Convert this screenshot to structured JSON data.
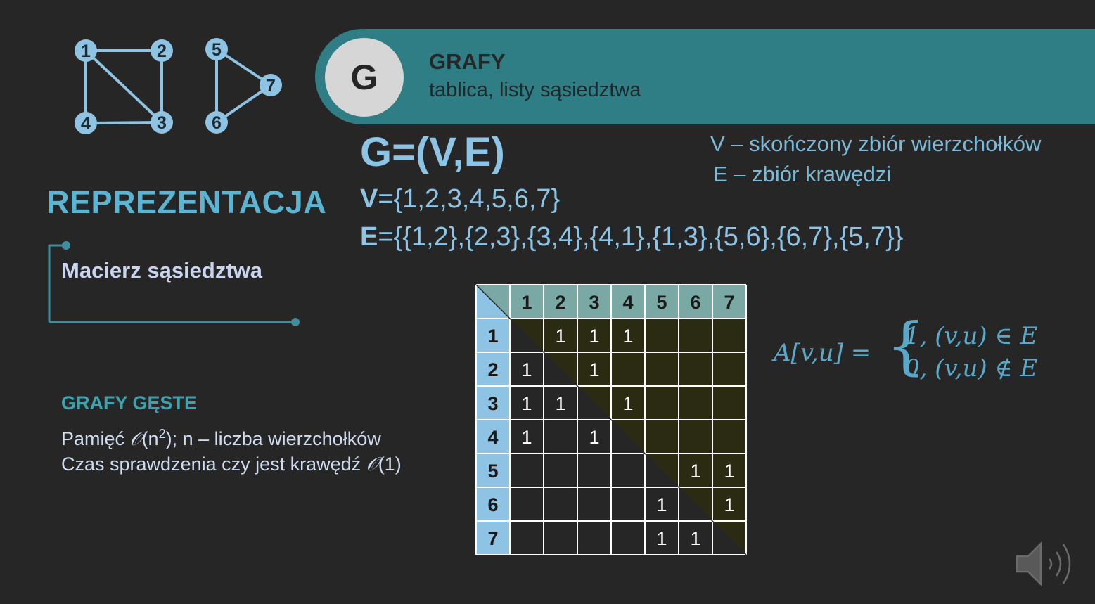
{
  "header": {
    "badge": "G",
    "title": "GRAFY",
    "subtitle": "tablica, listy sąsiedztwa"
  },
  "graph_nodes": [
    "1",
    "2",
    "3",
    "4",
    "5",
    "6",
    "7"
  ],
  "left": {
    "heading": "REPREZENTACJA",
    "section": "Macierz sąsiedztwa",
    "dense_title": "GRAFY GĘSTE",
    "line1_a": "Pamięć ",
    "line1_o": "𝒪",
    "line1_b": "(n",
    "line1_sup": "2",
    "line1_c": "); n – liczba wierzchołków",
    "line2_a": "Czas sprawdzenia czy jest krawędź ",
    "line2_o": "𝒪",
    "line2_b": "(1)"
  },
  "definitions": {
    "gve": "G=(V,E)",
    "v_label": "V",
    "v_set": "={1,2,3,4,5,6,7}",
    "e_label": "E",
    "e_set": "={{1,2},{2,3},{3,4},{4,1},{1,3},{5,6},{6,7},{5,7}}",
    "v_desc": "V – skończony zbiór wierzchołków",
    "e_desc": "E – zbiór krawędzi"
  },
  "matrix": {
    "headers": [
      "1",
      "2",
      "3",
      "4",
      "5",
      "6",
      "7"
    ],
    "rows": [
      [
        "",
        "1",
        "1",
        "1",
        "",
        "",
        ""
      ],
      [
        "1",
        "",
        "1",
        "",
        "",
        "",
        ""
      ],
      [
        "1",
        "1",
        "",
        "1",
        "",
        "",
        ""
      ],
      [
        "1",
        "",
        "1",
        "",
        "",
        "",
        ""
      ],
      [
        "",
        "",
        "",
        "",
        "",
        "1",
        "1"
      ],
      [
        "",
        "",
        "",
        "",
        "1",
        "",
        "1"
      ],
      [
        "",
        "",
        "",
        "",
        "1",
        "1",
        ""
      ]
    ],
    "colors": {
      "header": "#7aa9a5",
      "rowhead": "#8ec3e3",
      "upper": "#2b2b14",
      "grid": "#ffffff"
    }
  },
  "formula": {
    "lhs": "A[v,u] =",
    "row1": "1, (v,u) ∈ E",
    "row2": "0, (v,u) ∉ E"
  }
}
